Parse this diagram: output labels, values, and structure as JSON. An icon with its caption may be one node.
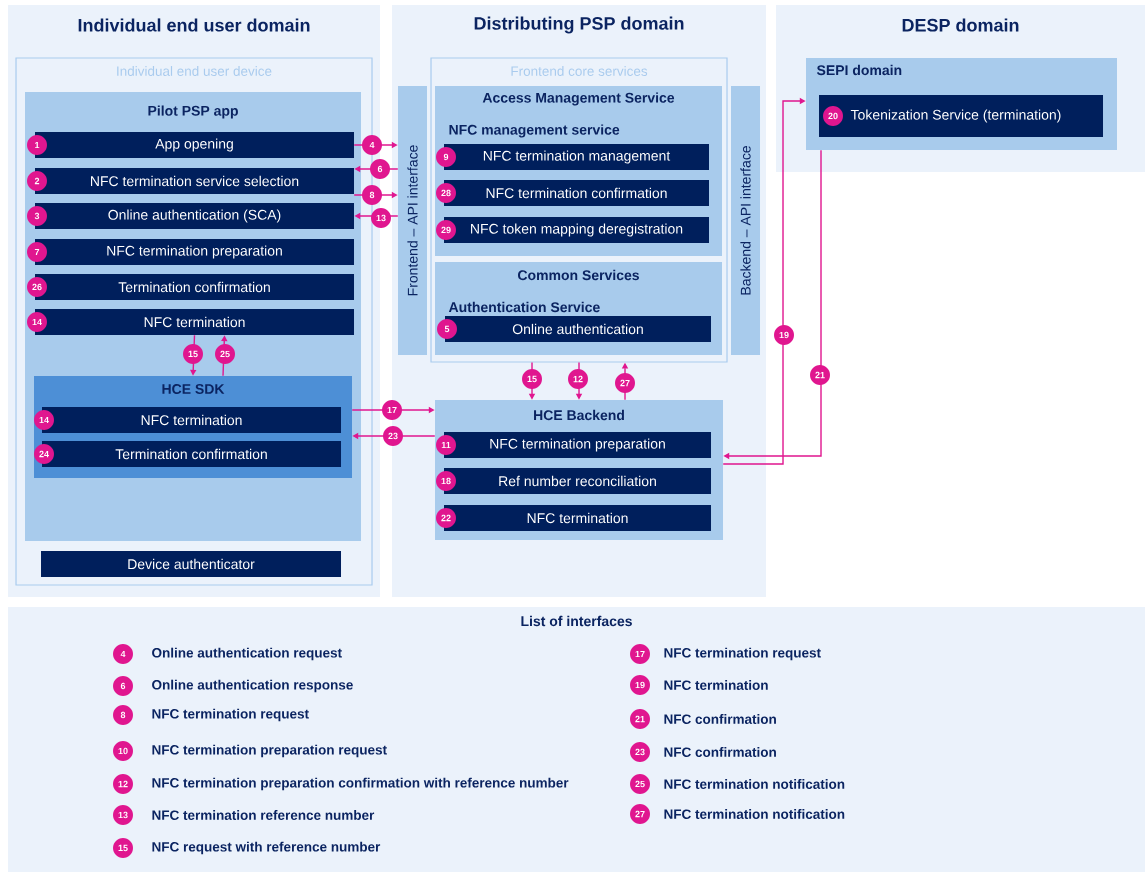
{
  "diagram": {
    "nodes": [
      {
        "text": [
          "Individual end user domain"
        ]
      },
      {
        "text": [
          "Individual end user device"
        ],
        "in": 0
      },
      {
        "text": [
          "Pilot PSP app"
        ],
        "in": 1
      },
      {
        "text": [
          "1",
          "App opening"
        ],
        "in": 2
      },
      {
        "text": [
          "2",
          "NFC termination service selection"
        ],
        "in": 2
      },
      {
        "text": [
          "3",
          "Online authentication (SCA)"
        ],
        "in": 2
      },
      {
        "text": [
          "7",
          "NFC termination preparation"
        ],
        "in": 2
      },
      {
        "text": [
          "26",
          "Termination confirmation"
        ],
        "in": 2
      },
      {
        "text": [
          "14",
          "NFC termination"
        ],
        "in": 2
      },
      {
        "text": [
          "HCE SDK"
        ],
        "in": 2
      },
      {
        "text": [
          "14",
          "NFC termination"
        ],
        "in": 9
      },
      {
        "text": [
          "24",
          "Termination confirmation"
        ],
        "in": 9
      },
      {
        "text": [
          "Device authenticator"
        ],
        "in": 1
      },
      {
        "text": [
          "Distributing PSP domain"
        ]
      },
      {
        "text": [
          "Frontend – API interface"
        ],
        "in": 13
      },
      {
        "text": [
          "Frontend core services"
        ],
        "in": 13
      },
      {
        "text": [
          "Access Management Service",
          "NFC management service"
        ],
        "in": 15
      },
      {
        "text": [
          "9",
          "NFC termination management"
        ],
        "in": 16
      },
      {
        "text": [
          "28",
          "NFC termination confirmation"
        ],
        "in": 16
      },
      {
        "text": [
          "29",
          "NFC token mapping deregistration"
        ],
        "in": 16
      },
      {
        "text": [
          "Common Services",
          "Authentication Service"
        ],
        "in": 15
      },
      {
        "text": [
          "5",
          "Online authentication"
        ],
        "in": 20
      },
      {
        "text": [
          "Backend – API interface"
        ],
        "in": 13
      },
      {
        "text": [
          "HCE Backend"
        ],
        "in": 13
      },
      {
        "text": [
          "11",
          "NFC termination preparation"
        ],
        "in": 23
      },
      {
        "text": [
          "18",
          "Ref number reconciliation"
        ],
        "in": 23
      },
      {
        "text": [
          "22",
          "NFC termination"
        ],
        "in": 23
      },
      {
        "text": [
          "DESP domain"
        ]
      },
      {
        "text": [
          "SEPI domain"
        ],
        "in": 27
      },
      {
        "text": [
          "20",
          "Tokenization Service (termination)"
        ],
        "in": 28
      },
      {
        "text": [
          "List of interfaces"
        ]
      }
    ],
    "edges": [
      {
        "from": 3,
        "to": 14,
        "arrow": "to",
        "label": "4"
      },
      {
        "from": 14,
        "to": 4,
        "arrow": "to",
        "label": "6"
      },
      {
        "from": 4,
        "to": 14,
        "arrow": "to",
        "label": "8"
      },
      {
        "from": 14,
        "to": 5,
        "arrow": "to",
        "label": "13"
      },
      {
        "from": 8,
        "to": 9,
        "arrow": "to",
        "label": "15"
      },
      {
        "from": 9,
        "to": 8,
        "arrow": "to",
        "label": "25"
      },
      {
        "from": 15,
        "to": 23,
        "arrow": "to",
        "label": "15"
      },
      {
        "from": 15,
        "to": 23,
        "arrow": "to",
        "label": "12"
      },
      {
        "from": 23,
        "to": 15,
        "arrow": "to",
        "label": "27"
      },
      {
        "from": 9,
        "to": 23,
        "arrow": "to",
        "label": "17"
      },
      {
        "from": 23,
        "to": 9,
        "arrow": "to",
        "label": "23"
      },
      {
        "from": 23,
        "to": 28,
        "arrow": "to",
        "label": "19"
      },
      {
        "from": 28,
        "to": 23,
        "arrow": "to",
        "label": "21"
      }
    ],
    "labels": [
      "4",
      "Online authentication request",
      "17",
      "NFC termination request",
      "6",
      "Online authentication response",
      "19",
      "NFC termination",
      "8",
      "NFC termination request",
      "21",
      "NFC confirmation",
      "10",
      "NFC termination preparation request",
      "23",
      "NFC confirmation",
      "12",
      "NFC termination preparation confirmation with reference number",
      "25",
      "NFC termination notification",
      "13",
      "NFC termination reference number",
      "27",
      "NFC termination notification",
      "15",
      "NFC request with reference number"
    ]
  }
}
